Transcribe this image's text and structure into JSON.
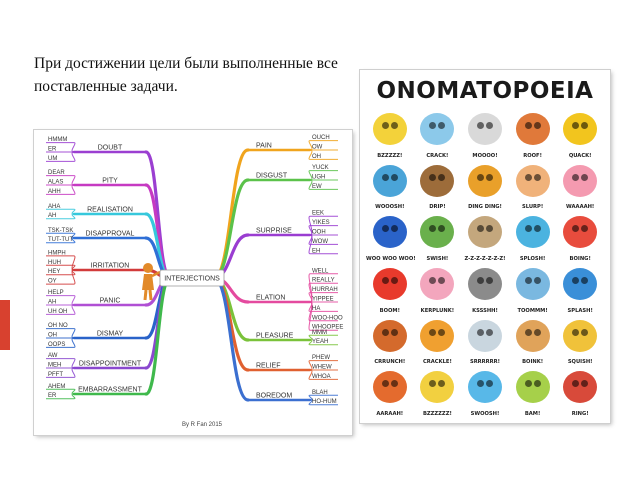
{
  "slide": {
    "intro_text": "При достижении цели были выполненные все поставленные задачи.",
    "accent_color": "#d8412f"
  },
  "mind_map": {
    "center": "INTERJECTIONS",
    "credit": "By R Fan 2015",
    "branches": [
      {
        "label": "DOUBT",
        "color": "#9b3fd1",
        "leaves": [
          "HMMM",
          "ER",
          "UM"
        ]
      },
      {
        "label": "PITY",
        "color": "#c63ac2",
        "leaves": [
          "DEAR",
          "ALAS",
          "AHH"
        ]
      },
      {
        "label": "REALISATION",
        "color": "#36c8dc",
        "leaves": [
          "AHA",
          "AH"
        ]
      },
      {
        "label": "DISAPPROVAL",
        "color": "#2f6fd6",
        "leaves": [
          "TSK-TSK",
          "TUT-TUT"
        ]
      },
      {
        "label": "IRRITATION",
        "color": "#d23b3b",
        "leaves": [
          "HMPH",
          "HUH",
          "HEY",
          "OY"
        ]
      },
      {
        "label": "PANIC",
        "color": "#b04fd4",
        "leaves": [
          "HELP",
          "AH",
          "UH OH"
        ]
      },
      {
        "label": "DISMAY",
        "color": "#2a63c9",
        "leaves": [
          "OH NO",
          "OH",
          "OOPS"
        ]
      },
      {
        "label": "DISAPPOINTMENT",
        "color": "#8a48cf",
        "leaves": [
          "AW",
          "MEH",
          "PFFT"
        ]
      },
      {
        "label": "EMBARRASSMENT",
        "color": "#3fb94c",
        "leaves": [
          "AHEM",
          "ER"
        ]
      },
      {
        "label": "PAIN",
        "color": "#f0a41d",
        "leaves": [
          "OUCH",
          "OW",
          "OH"
        ]
      },
      {
        "label": "DISGUST",
        "color": "#5bc24a",
        "leaves": [
          "YUCK",
          "UGH",
          "EW"
        ]
      },
      {
        "label": "SURPRISE",
        "color": "#9a3dd1",
        "leaves": [
          "EEK",
          "YIKES",
          "OOH",
          "WOW",
          "EH"
        ]
      },
      {
        "label": "ELATION",
        "color": "#e44a9f",
        "leaves": [
          "WELL",
          "REALLY",
          "HURRAH",
          "YIPPEE",
          "HA",
          "WOO-HOO",
          "WHOOPEE"
        ]
      },
      {
        "label": "PLEASURE",
        "color": "#7ac23a",
        "leaves": [
          "MMM",
          "YEAH"
        ]
      },
      {
        "label": "RELIEF",
        "color": "#e06030",
        "leaves": [
          "PHEW",
          "WHEW",
          "WHOA"
        ]
      },
      {
        "label": "BOREDOM",
        "color": "#3b6fd0",
        "leaves": [
          "BLAH",
          "HO-HUM"
        ]
      }
    ]
  },
  "onomatopoeia": {
    "title": "ONOMATOPOEIA",
    "items": [
      {
        "word": "BZZZZZ!",
        "color": "#f3d23a"
      },
      {
        "word": "CRACK!",
        "color": "#8cc9ea"
      },
      {
        "word": "MOOOO!",
        "color": "#d9d9d9"
      },
      {
        "word": "ROOF!",
        "color": "#e0793a"
      },
      {
        "word": "QUACK!",
        "color": "#f2c51e"
      },
      {
        "word": "WOOOSH!",
        "color": "#4aa4d8"
      },
      {
        "word": "DRIP!",
        "color": "#9d6c3a"
      },
      {
        "word": "DING DING!",
        "color": "#e9a02a"
      },
      {
        "word": "SLURP!",
        "color": "#f0b27a"
      },
      {
        "word": "WAAAAH!",
        "color": "#f49ab0"
      },
      {
        "word": "WOO WOO WOO!",
        "color": "#2a63c9"
      },
      {
        "word": "SWISH!",
        "color": "#6ab04c"
      },
      {
        "word": "Z-Z-Z-Z-Z-Z-Z!",
        "color": "#c4a77d"
      },
      {
        "word": "SPLOSH!",
        "color": "#4bb3e0"
      },
      {
        "word": "BOING!",
        "color": "#e84c3d"
      },
      {
        "word": "BOOM!",
        "color": "#e83a2c"
      },
      {
        "word": "KERPLUNK!",
        "color": "#f3a6bd"
      },
      {
        "word": "KSSSHH!",
        "color": "#8b8b8b"
      },
      {
        "word": "TOOMMM!",
        "color": "#7ab8e0"
      },
      {
        "word": "SPLASH!",
        "color": "#3a8fd8"
      },
      {
        "word": "CRRUNCH!",
        "color": "#d46a2c"
      },
      {
        "word": "CRACKLE!",
        "color": "#f0a030"
      },
      {
        "word": "SRRRRRR!",
        "color": "#c9d6df"
      },
      {
        "word": "BOINK!",
        "color": "#e0a35a"
      },
      {
        "word": "SQUISH!",
        "color": "#f0c23a"
      },
      {
        "word": "AARAAH!",
        "color": "#e46b2e"
      },
      {
        "word": "BZZZZZZ!",
        "color": "#f2d040"
      },
      {
        "word": "SWOOSH!",
        "color": "#58b8e8"
      },
      {
        "word": "BAM!",
        "color": "#a6d04a"
      },
      {
        "word": "RING!",
        "color": "#d84a3a"
      }
    ]
  }
}
